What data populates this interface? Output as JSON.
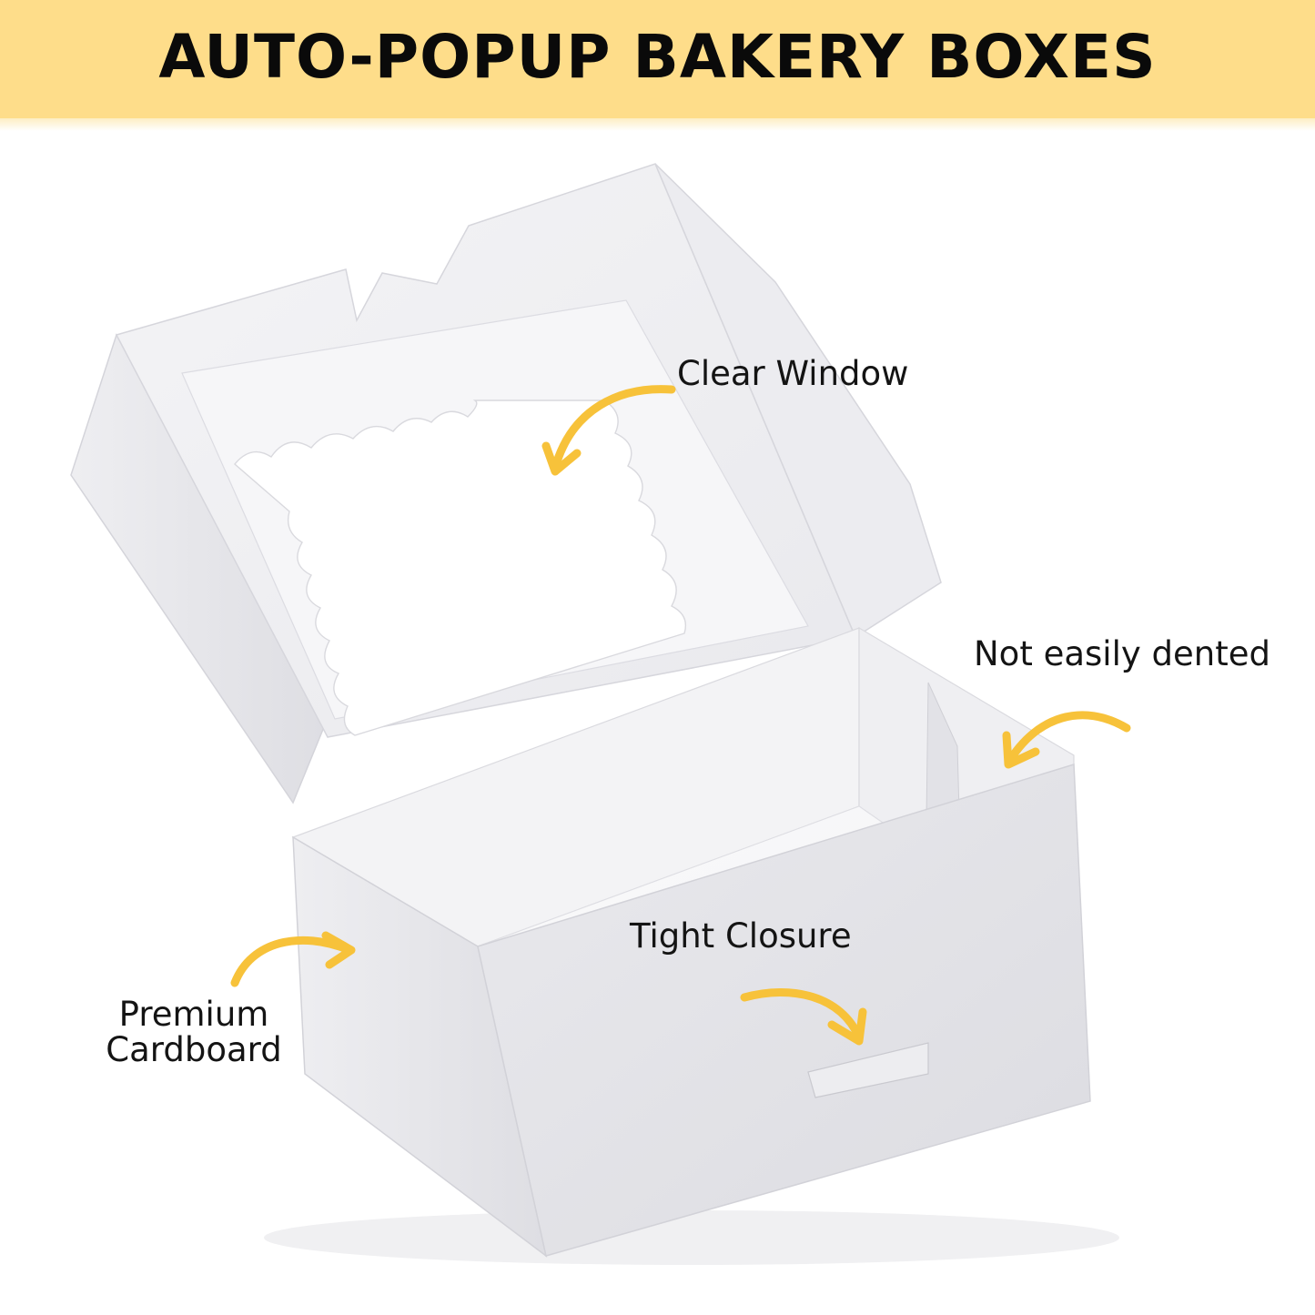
{
  "banner": {
    "title": "AUTO-POPUP BAKERY BOXES",
    "background": "#fedd8a"
  },
  "callouts": {
    "clear_window": "Clear Window",
    "not_dented": "Not easily dented",
    "tight_closure": "Tight Closure",
    "premium_line1": "Premium",
    "premium_line2": "Cardboard"
  },
  "colors": {
    "arrow": "#f7c23a",
    "text": "#141414",
    "box": "#ffffff",
    "box_shadow": "#e6e6ea"
  }
}
